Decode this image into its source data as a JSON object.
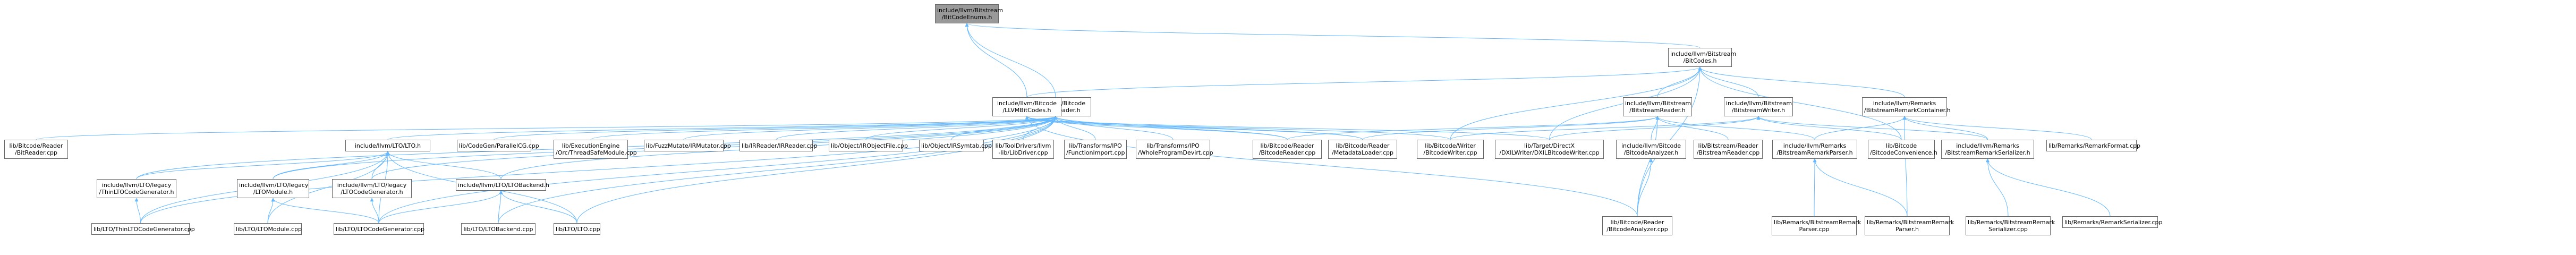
{
  "diagram": {
    "type": "dependency-graph",
    "edge_color": "#63b8ff",
    "node_fill": "#ffffff",
    "node_border": "#666666",
    "root_fill": "#999999",
    "nodes": [
      {
        "id": "n0",
        "lines": [
          "include/llvm/Bitstream",
          "/BitCodeEnums.h"
        ],
        "root": true
      },
      {
        "id": "n1",
        "lines": [
          "include/llvm/Bitstream",
          "/BitCodes.h"
        ]
      },
      {
        "id": "n2",
        "lines": [
          "include/llvm/Bitcode",
          "/BitcodeReader.h"
        ]
      },
      {
        "id": "n3",
        "lines": [
          "include/llvm/Bitcode",
          "/LLVMBitCodes.h"
        ]
      },
      {
        "id": "n4",
        "lines": [
          "include/llvm/Bitstream",
          "/BitstreamReader.h"
        ]
      },
      {
        "id": "n5",
        "lines": [
          "include/llvm/Bitstream",
          "/BitstreamWriter.h"
        ]
      },
      {
        "id": "n6",
        "lines": [
          "include/llvm/Remarks",
          "/BitstreamRemarkContainer.h"
        ]
      },
      {
        "id": "n7",
        "lines": [
          "lib/Bitcode/Reader",
          "/BitReader.cpp"
        ]
      },
      {
        "id": "n8",
        "lines": [
          "include/llvm/LTO/LTO.h"
        ]
      },
      {
        "id": "n9",
        "lines": [
          "lib/CodeGen/ParallelCG.cpp"
        ]
      },
      {
        "id": "n10",
        "lines": [
          "lib/ExecutionEngine",
          "/Orc/ThreadSafeModule.cpp"
        ]
      },
      {
        "id": "n11",
        "lines": [
          "lib/FuzzMutate/IRMutator.cpp"
        ]
      },
      {
        "id": "n12",
        "lines": [
          "lib/IRReader/IRReader.cpp"
        ]
      },
      {
        "id": "n13",
        "lines": [
          "lib/Object/IRObjectFile.cpp"
        ]
      },
      {
        "id": "n14",
        "lines": [
          "lib/Object/IRSymtab.cpp"
        ]
      },
      {
        "id": "n15",
        "lines": [
          "lib/ToolDrivers/llvm",
          "-lib/LibDriver.cpp"
        ]
      },
      {
        "id": "n16",
        "lines": [
          "lib/Transforms/IPO",
          "/FunctionImport.cpp"
        ]
      },
      {
        "id": "n17",
        "lines": [
          "lib/Transforms/IPO",
          "/WholeProgramDevirt.cpp"
        ]
      },
      {
        "id": "n18",
        "lines": [
          "lib/Bitcode/Reader",
          "/BitcodeReader.cpp"
        ]
      },
      {
        "id": "n19",
        "lines": [
          "lib/Bitcode/Reader",
          "/MetadataLoader.cpp"
        ]
      },
      {
        "id": "n20",
        "lines": [
          "lib/Bitcode/Writer",
          "/BitcodeWriter.cpp"
        ]
      },
      {
        "id": "n21",
        "lines": [
          "lib/Target/DirectX",
          "/DXILWriter/DXILBitcodeWriter.cpp"
        ]
      },
      {
        "id": "n22",
        "lines": [
          "include/llvm/Bitcode",
          "/BitcodeAnalyzer.h"
        ]
      },
      {
        "id": "n23",
        "lines": [
          "lib/Bitstream/Reader",
          "/BitstreamReader.cpp"
        ]
      },
      {
        "id": "n24",
        "lines": [
          "include/llvm/Remarks",
          "/BitstreamRemarkParser.h"
        ]
      },
      {
        "id": "n25",
        "lines": [
          "lib/Bitcode",
          "/BitcodeConvenience.h"
        ]
      },
      {
        "id": "n26",
        "lines": [
          "include/llvm/Remarks",
          "/BitstreamRemarkSerializer.h"
        ]
      },
      {
        "id": "n27",
        "lines": [
          "lib/Remarks/RemarkFormat.cpp"
        ]
      },
      {
        "id": "n28",
        "lines": [
          "include/llvm/LTO/legacy",
          "/ThinLTOCodeGenerator.h"
        ]
      },
      {
        "id": "n29",
        "lines": [
          "include/llvm/LTO/legacy",
          "/LTOModule.h"
        ]
      },
      {
        "id": "n30",
        "lines": [
          "include/llvm/LTO/legacy",
          "/LTOCodeGenerator.h"
        ]
      },
      {
        "id": "n31",
        "lines": [
          "include/llvm/LTO/LTOBackend.h"
        ]
      },
      {
        "id": "n32",
        "lines": [
          "lib/Bitcode/Reader",
          "/BitcodeAnalyzer.cpp"
        ]
      },
      {
        "id": "n33",
        "lines": [
          "lib/Remarks/BitstreamRemark",
          "Parser.cpp"
        ]
      },
      {
        "id": "n34",
        "lines": [
          "lib/Remarks/BitstreamRemark",
          "Parser.h"
        ]
      },
      {
        "id": "n35",
        "lines": [
          "lib/Remarks/BitstreamRemark",
          "Serializer.cpp"
        ]
      },
      {
        "id": "n36",
        "lines": [
          "lib/Remarks/RemarkSerializer.cpp"
        ]
      },
      {
        "id": "n37",
        "lines": [
          "lib/LTO/ThinLTOCodeGenerator.cpp"
        ]
      },
      {
        "id": "n38",
        "lines": [
          "lib/LTO/LTOModule.cpp"
        ]
      },
      {
        "id": "n39",
        "lines": [
          "lib/LTO/LTOCodeGenerator.cpp"
        ]
      },
      {
        "id": "n40",
        "lines": [
          "lib/LTO/LTOBackend.cpp"
        ]
      },
      {
        "id": "n41",
        "lines": [
          "lib/LTO/LTO.cpp"
        ]
      }
    ],
    "edges": [
      [
        "n1",
        "n0"
      ],
      [
        "n3",
        "n0"
      ],
      [
        "n2",
        "n0"
      ],
      [
        "n4",
        "n1"
      ],
      [
        "n5",
        "n1"
      ],
      [
        "n6",
        "n1"
      ],
      [
        "n3",
        "n1"
      ],
      [
        "n25",
        "n1"
      ],
      [
        "n20",
        "n1"
      ],
      [
        "n21",
        "n1"
      ],
      [
        "n32",
        "n1"
      ],
      [
        "n7",
        "n2"
      ],
      [
        "n8",
        "n2"
      ],
      [
        "n9",
        "n2"
      ],
      [
        "n10",
        "n2"
      ],
      [
        "n11",
        "n2"
      ],
      [
        "n12",
        "n2"
      ],
      [
        "n13",
        "n2"
      ],
      [
        "n14",
        "n2"
      ],
      [
        "n15",
        "n2"
      ],
      [
        "n16",
        "n2"
      ],
      [
        "n17",
        "n2"
      ],
      [
        "n18",
        "n2"
      ],
      [
        "n19",
        "n2"
      ],
      [
        "n28",
        "n2"
      ],
      [
        "n29",
        "n2"
      ],
      [
        "n30",
        "n2"
      ],
      [
        "n31",
        "n2"
      ],
      [
        "n37",
        "n2"
      ],
      [
        "n39",
        "n2"
      ],
      [
        "n40",
        "n2"
      ],
      [
        "n41",
        "n2"
      ],
      [
        "n18",
        "n3"
      ],
      [
        "n19",
        "n3"
      ],
      [
        "n20",
        "n3"
      ],
      [
        "n21",
        "n3"
      ],
      [
        "n32",
        "n3"
      ],
      [
        "n18",
        "n4"
      ],
      [
        "n19",
        "n4"
      ],
      [
        "n22",
        "n4"
      ],
      [
        "n23",
        "n4"
      ],
      [
        "n24",
        "n4"
      ],
      [
        "n32",
        "n4"
      ],
      [
        "n20",
        "n5"
      ],
      [
        "n21",
        "n5"
      ],
      [
        "n25",
        "n5"
      ],
      [
        "n26",
        "n5"
      ],
      [
        "n24",
        "n6"
      ],
      [
        "n26",
        "n6"
      ],
      [
        "n27",
        "n6"
      ],
      [
        "n34",
        "n6"
      ],
      [
        "n28",
        "n8"
      ],
      [
        "n29",
        "n8"
      ],
      [
        "n30",
        "n8"
      ],
      [
        "n31",
        "n8"
      ],
      [
        "n37",
        "n8"
      ],
      [
        "n38",
        "n8"
      ],
      [
        "n39",
        "n8"
      ],
      [
        "n41",
        "n8"
      ],
      [
        "n32",
        "n22"
      ],
      [
        "n33",
        "n24"
      ],
      [
        "n34",
        "n24"
      ],
      [
        "n35",
        "n26"
      ],
      [
        "n36",
        "n26"
      ],
      [
        "n37",
        "n28"
      ],
      [
        "n38",
        "n29"
      ],
      [
        "n39",
        "n29"
      ],
      [
        "n39",
        "n30"
      ],
      [
        "n39",
        "n31"
      ],
      [
        "n40",
        "n31"
      ],
      [
        "n41",
        "n31"
      ]
    ]
  }
}
